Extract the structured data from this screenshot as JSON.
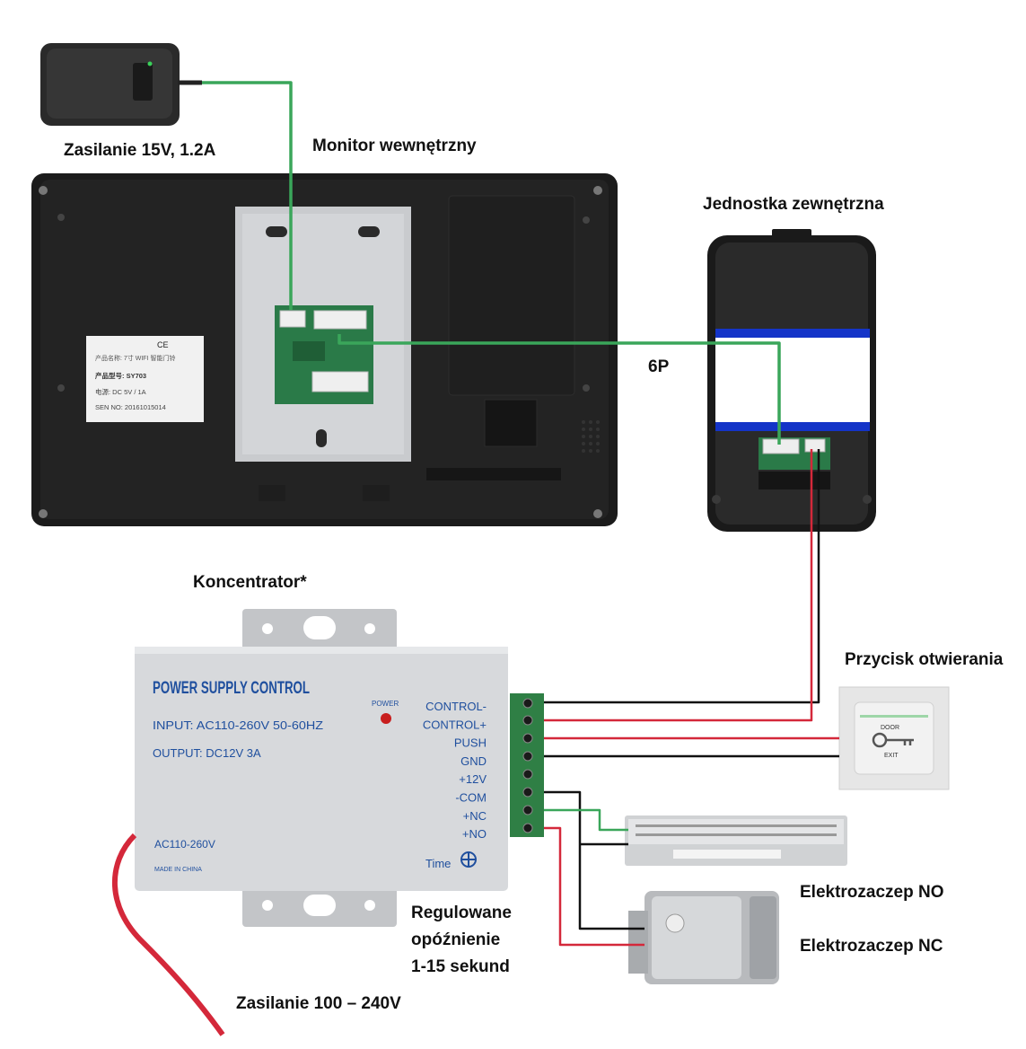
{
  "labels": {
    "adapter": "Zasilanie 15V, 1.2A",
    "monitor": "Monitor wewnętrzny",
    "outdoor": "Jednostka zewnętrzna",
    "cable": "6P",
    "hub": "Koncentrator*",
    "exit_button": "Przycisk otwierania",
    "lock_no": "Elektrozaczep NO",
    "lock_nc": "Elektrozaczep NC",
    "delay_line1": "Regulowane",
    "delay_line2": "opóźnienie",
    "delay_line3": "1-15 sekund",
    "mains": "Zasilanie 100 – 240V"
  },
  "monitor_label": {
    "line1": "产品名称: 7寸 WIFI 智能门铃",
    "line2": "产品型号: SY703",
    "line3": "电源: DC 5V / 1A",
    "line4": "SEN NO: 20161015014",
    "marks": "CE"
  },
  "psu": {
    "title": "POWER SUPPLY CONTROL",
    "input": "INPUT: AC110-260V 50-60HZ",
    "output": "OUTPUT: DC12V  3A",
    "power_led": "POWER",
    "ac": "AC110-260V",
    "made": "MADE IN CHINA",
    "time": "Time",
    "terminals": [
      "CONTROL-",
      "CONTROL+",
      "PUSH",
      "GND",
      "+12V",
      "-COM",
      "+NC",
      "+NO"
    ]
  },
  "exit_button": {
    "top": "DOOR",
    "bottom": "EXIT"
  },
  "colors": {
    "wire_green": "#3aa65a",
    "wire_red": "#d4283a",
    "wire_black": "#111111",
    "psu_text": "#1f4f9e",
    "device_body": "#1c1c1c"
  }
}
